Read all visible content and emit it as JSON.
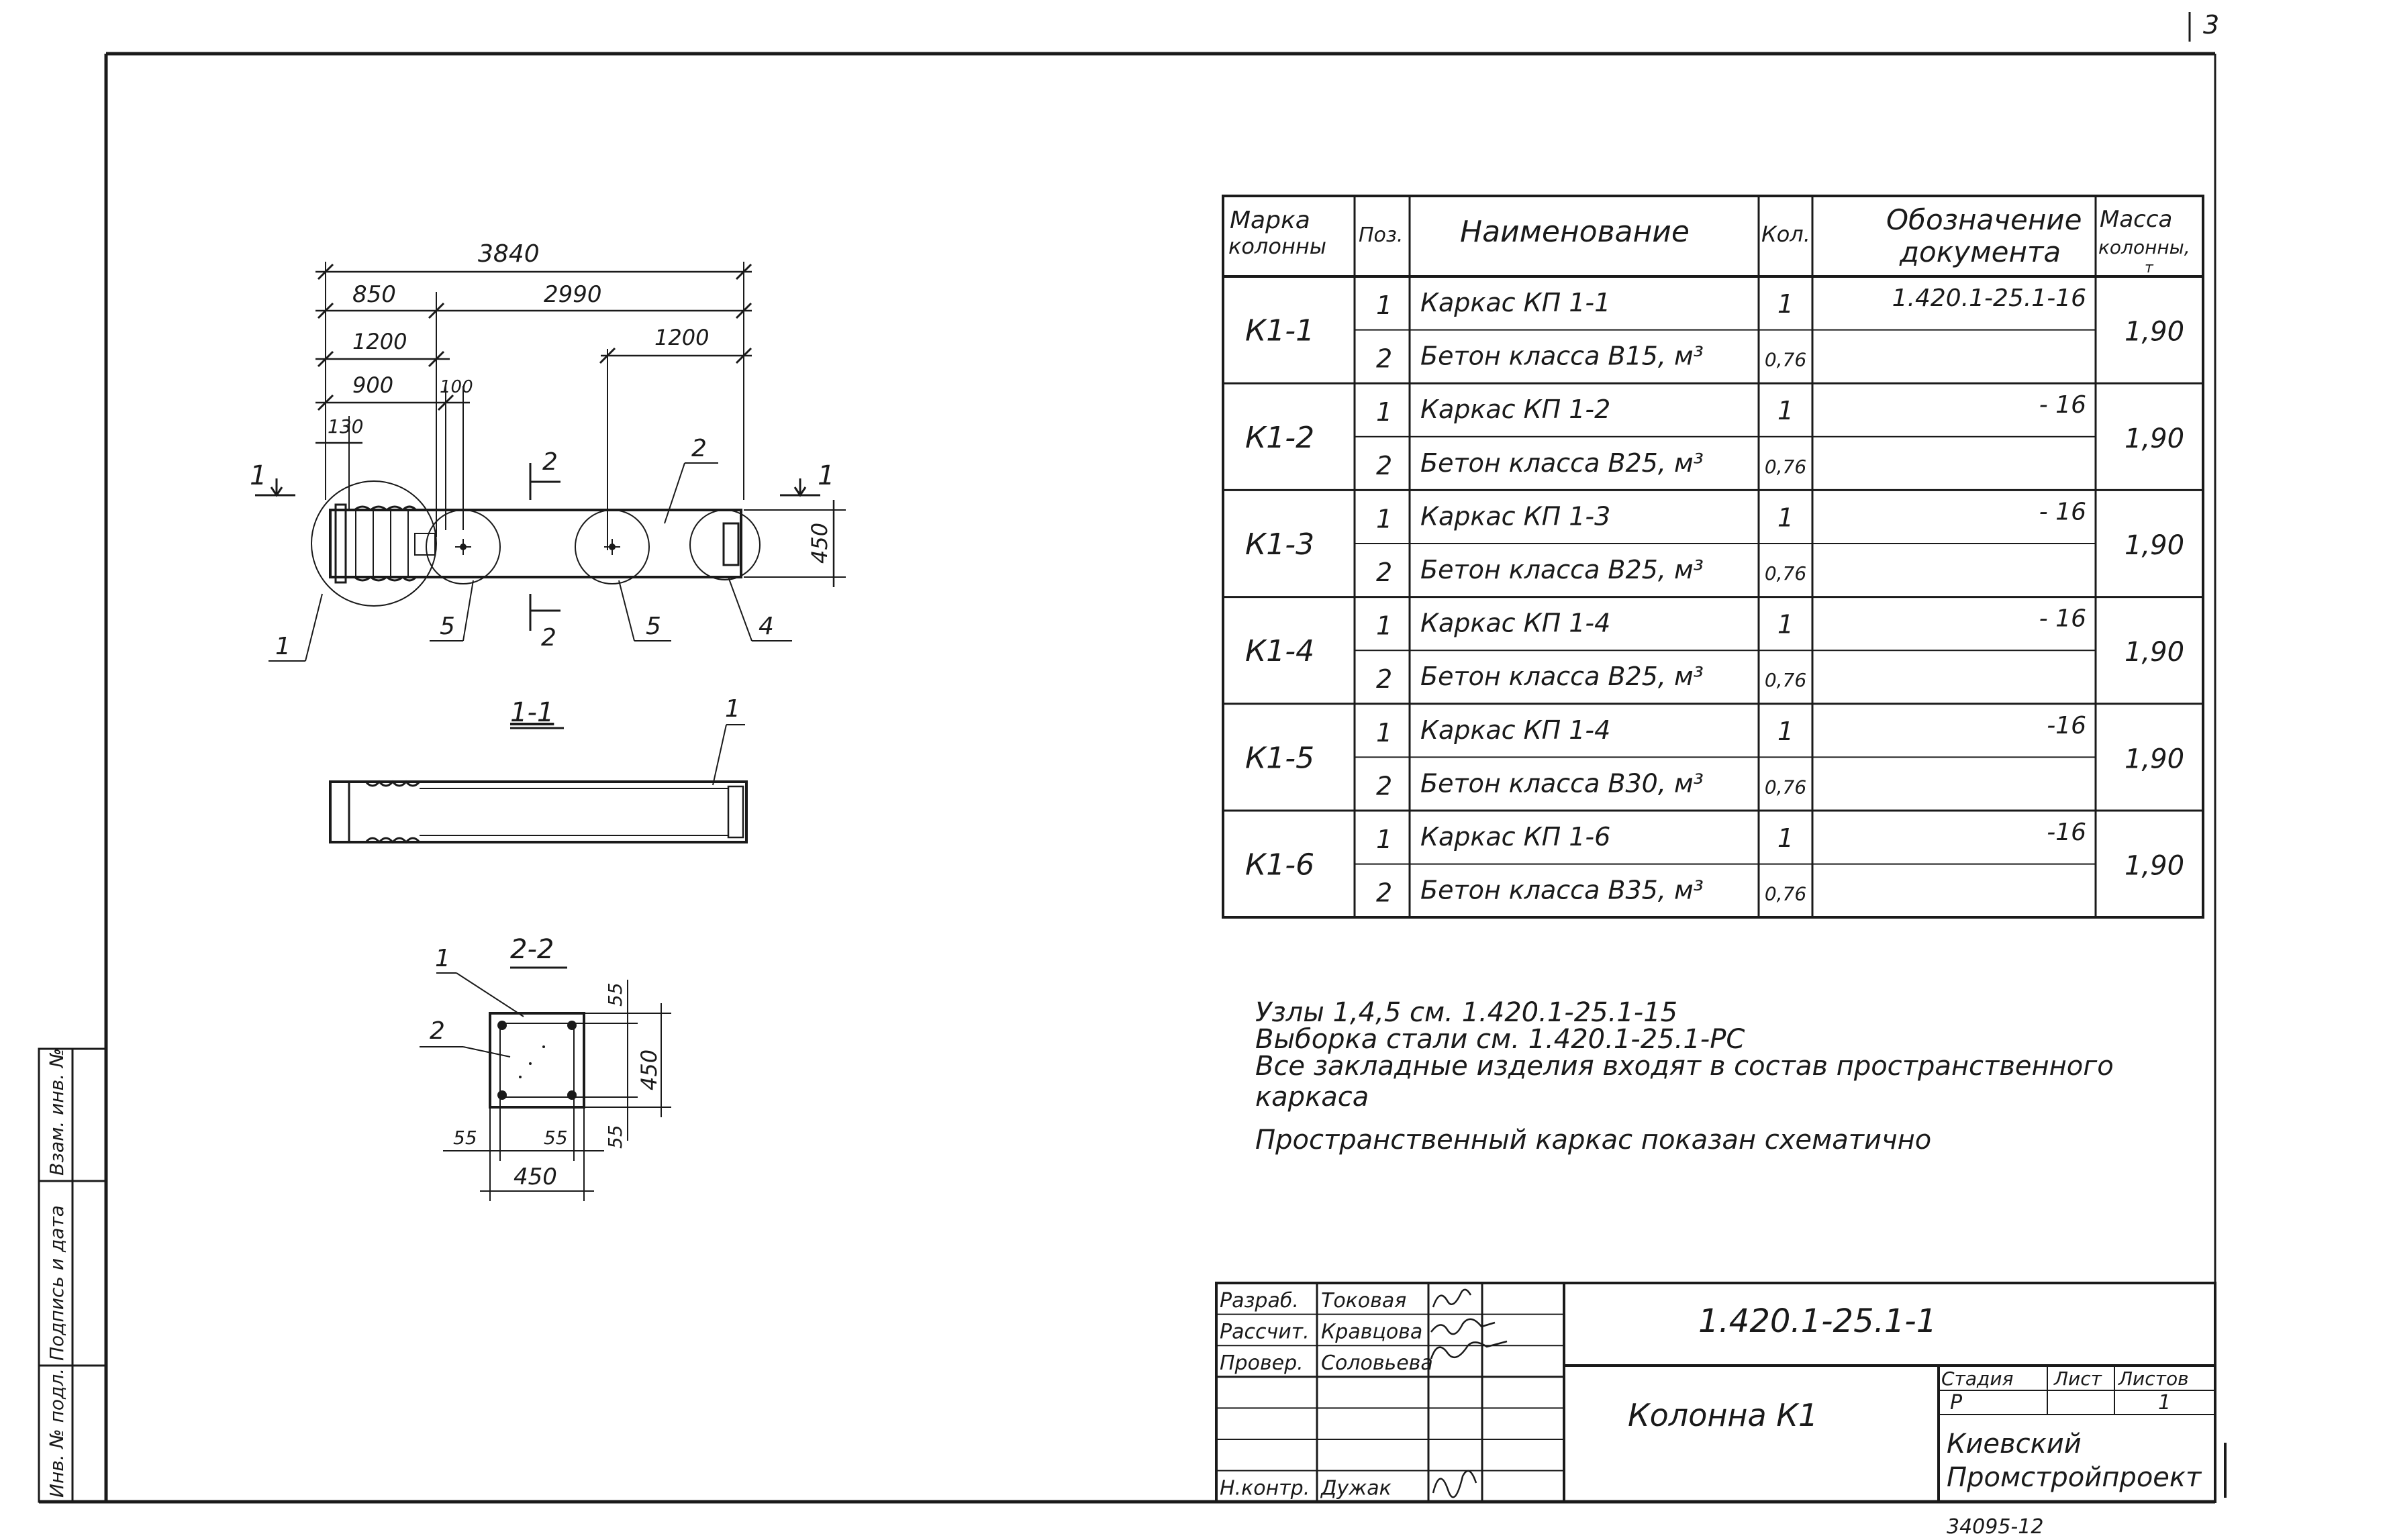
{
  "page_corner_mark": "3",
  "plan": {
    "dim_overall": "3840",
    "dim_850": "850",
    "dim_2990": "2990",
    "dim_1200_left": "1200",
    "dim_1200_right": "1200",
    "dim_900": "900",
    "dim_100": "100",
    "dim_130": "130",
    "dim_450": "450",
    "section_mark_1": "1",
    "section_mark_2": "2",
    "callout_1": "1",
    "callout_2": "2",
    "callout_4": "4",
    "callout_5a": "5",
    "callout_5b": "5"
  },
  "section_1_1": {
    "title": "1-1",
    "callout": "1"
  },
  "section_2_2": {
    "title": "2-2",
    "callout_1": "1",
    "callout_2": "2",
    "dim_55_top": "55",
    "dim_450_side": "450",
    "dim_55_bottom": "55",
    "dim_55_left": "55",
    "dim_55_inner": "55",
    "dim_450_bottom": "450"
  },
  "spec_table": {
    "headers": {
      "mark": [
        "Марка",
        "колонны"
      ],
      "pos": "Поз.",
      "name": "Наименование",
      "qty": "Кол.",
      "doc": [
        "Обозначение",
        "документа"
      ],
      "mass": [
        "Масса",
        "колонны,",
        "т"
      ]
    },
    "rows": [
      {
        "mark": "К1-1",
        "mass": "1,90",
        "items": [
          {
            "pos": "1",
            "name": "Каркас  КП 1-1",
            "qty": "1",
            "doc": "1.420.1-25.1-16"
          },
          {
            "pos": "2",
            "name": "Бетон  класса  В15, м³",
            "qty": "0,76",
            "doc": ""
          }
        ]
      },
      {
        "mark": "К1-2",
        "mass": "1,90",
        "items": [
          {
            "pos": "1",
            "name": "Каркас  КП 1-2",
            "qty": "1",
            "doc": "- 16"
          },
          {
            "pos": "2",
            "name": "Бетон  класса  В25, м³",
            "qty": "0,76",
            "doc": ""
          }
        ]
      },
      {
        "mark": "К1-3",
        "mass": "1,90",
        "items": [
          {
            "pos": "1",
            "name": "Каркас  КП 1-3",
            "qty": "1",
            "doc": "- 16"
          },
          {
            "pos": "2",
            "name": "Бетон  класса  В25, м³",
            "qty": "0,76",
            "doc": ""
          }
        ]
      },
      {
        "mark": "К1-4",
        "mass": "1,90",
        "items": [
          {
            "pos": "1",
            "name": "Каркас  КП 1-4",
            "qty": "1",
            "doc": "- 16"
          },
          {
            "pos": "2",
            "name": "Бетон  класса  В25, м³",
            "qty": "0,76",
            "doc": ""
          }
        ]
      },
      {
        "mark": "К1-5",
        "mass": "1,90",
        "items": [
          {
            "pos": "1",
            "name": "Каркас  КП 1-4",
            "qty": "1",
            "doc": "-16"
          },
          {
            "pos": "2",
            "name": "Бетон  класса  В30, м³",
            "qty": "0,76",
            "doc": ""
          }
        ]
      },
      {
        "mark": "К1-6",
        "mass": "1,90",
        "items": [
          {
            "pos": "1",
            "name": "Каркас  КП 1-6",
            "qty": "1",
            "doc": "-16"
          },
          {
            "pos": "2",
            "name": "Бетон  класса  В35, м³",
            "qty": "0,76",
            "doc": ""
          }
        ]
      }
    ]
  },
  "notes": [
    "Узлы  1,4,5   см.  1.420.1-25.1-15",
    "Выборка  стали  см.  1.420.1-25.1-РС",
    "Все  закладные  изделия  входят  в  состав  пространственного",
    "каркаса",
    "Пространственный   каркас  показан  схематично"
  ],
  "title_block": {
    "roles": [
      "Разраб.",
      "Рассчит.",
      "Провер.",
      "",
      "",
      "",
      "Н.контр."
    ],
    "names": [
      "Токовая",
      "Кравцова",
      "Соловьева",
      "",
      "",
      "",
      "Дужак"
    ],
    "doc_code": "1.420.1-25.1-1",
    "title": "Колонна  К1",
    "stage_label": "Стадия",
    "sheet_label": "Лист",
    "sheets_label": "Листов",
    "stage_value": "Р",
    "sheets_value": "1",
    "org_line1": "Киевский",
    "org_line2": "Промстройпроект",
    "archive_no": "34095-12"
  },
  "side_stamp": {
    "labels": [
      "Инв. № подл.",
      "Подпись и дата",
      "Взам. инв. №"
    ]
  }
}
